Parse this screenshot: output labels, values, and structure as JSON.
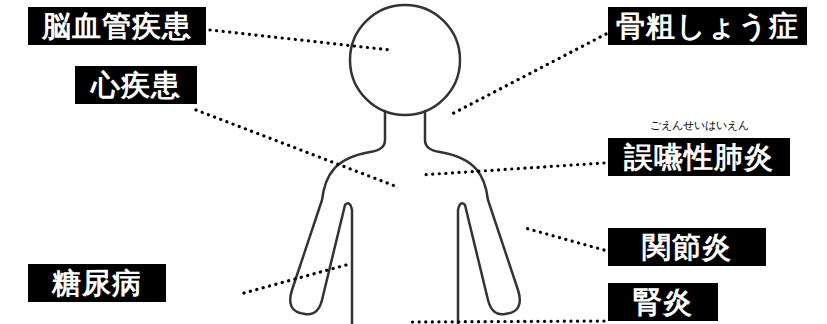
{
  "diagram": {
    "nodes": [
      {
        "text": [
          "脳血管疾患"
        ]
      },
      {
        "text": [
          "骨粗しょう症"
        ]
      },
      {
        "text": [
          "心疾患"
        ]
      },
      {
        "text": [
          "ごえんせいはいえん",
          "誤嚥性肺炎"
        ]
      },
      {
        "text": [
          "関節炎"
        ]
      },
      {
        "text": [
          "糖尿病"
        ]
      },
      {
        "text": [
          "腎炎"
        ]
      }
    ]
  }
}
